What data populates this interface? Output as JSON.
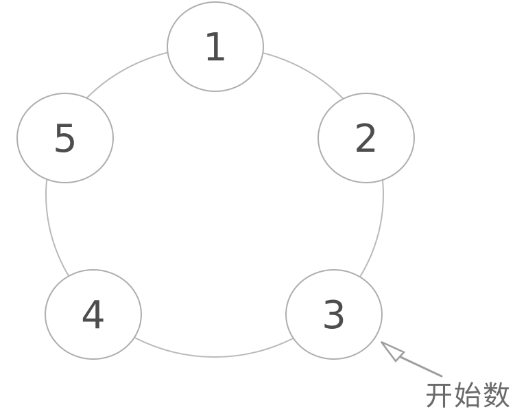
{
  "diagram": {
    "nodes": [
      {
        "label": "1"
      },
      {
        "label": "2"
      },
      {
        "label": "3"
      },
      {
        "label": "4"
      },
      {
        "label": "5"
      }
    ],
    "annotation": {
      "label": "开始数"
    },
    "colors": {
      "ring_stroke": "#b9b9b9",
      "node_stroke": "#aeaeae",
      "number_color": "#4d4d4d",
      "arrow_color": "#9e9e9e",
      "label_color": "#6a6a6a"
    }
  }
}
